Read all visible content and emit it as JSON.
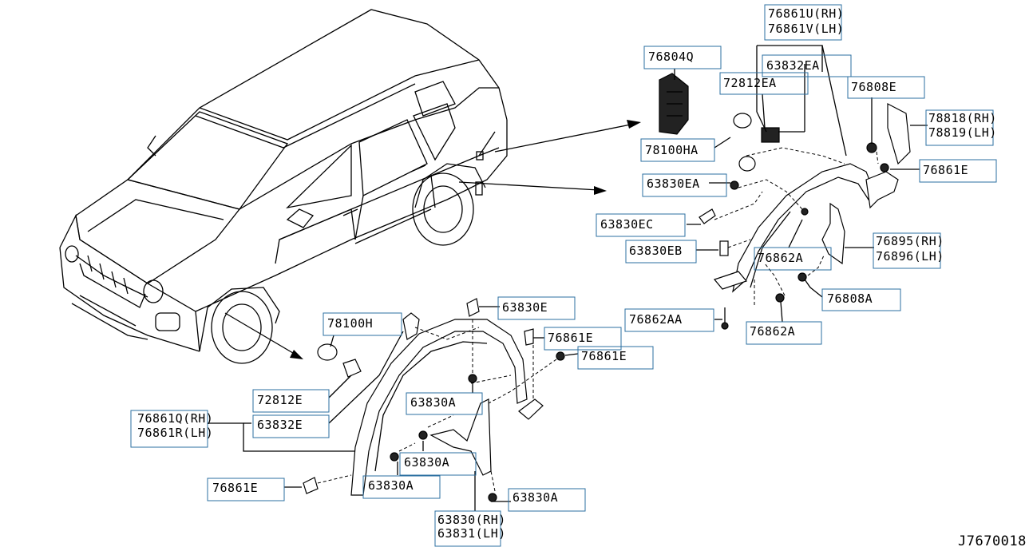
{
  "diagram_id": "J7670018",
  "labels": {
    "l76861U": "76861U(RH)",
    "l76861V": "76861V(LH)",
    "l76804Q": "76804Q",
    "l63832EA": "63832EA",
    "l72812EA": "72812EA",
    "l76808E": "76808E",
    "l78818": "78818(RH)",
    "l78819": "78819(LH)",
    "l78100HA": "78100HA",
    "l76861E_r": "76861E",
    "l63830EA": "63830EA",
    "l63830EC": "63830EC",
    "l63830EB": "63830EB",
    "l76862A_1": "76862A",
    "l76895": "76895(RH)",
    "l76896": "76896(LH)",
    "l76808A": "76808A",
    "l76862AA": "76862AA",
    "l76862A_2": "76862A",
    "l78100H": "78100H",
    "l63830E": "63830E",
    "l76861E_f1": "76861E",
    "l76861E_f2": "76861E",
    "l72812E": "72812E",
    "l63832E": "63832E",
    "l76861Q": "76861Q(RH)",
    "l76861R": "76861R(LH)",
    "l63830A_1": "63830A",
    "l63830A_2": "63830A",
    "l63830A_3": "63830A",
    "l63830A_4": "63830A",
    "l76861E_f3": "76861E",
    "l63830": "63830(RH)",
    "l63831": "63831(LH)"
  }
}
